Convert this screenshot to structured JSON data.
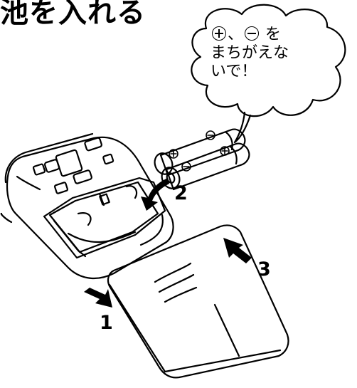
{
  "heading": {
    "text": "池を入れる"
  },
  "callout": {
    "line1_sep": "、",
    "line1_tail": "を",
    "line2": "まちがえな",
    "line3": "いで！",
    "plus_icon": "plus-circle-icon",
    "minus_icon": "minus-circle-icon"
  },
  "steps": [
    {
      "label": "1",
      "action": "slide-cover-off"
    },
    {
      "label": "2",
      "action": "insert-batteries"
    },
    {
      "label": "3",
      "action": "replace-cover"
    }
  ],
  "colors": {
    "ink": "#000000",
    "paper": "#ffffff"
  }
}
